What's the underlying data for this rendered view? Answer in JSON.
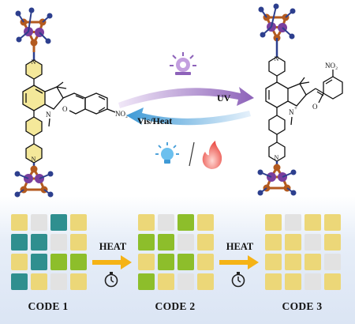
{
  "reaction": {
    "forward_label": "UV",
    "reverse_label": "Vis/Heat",
    "left_molecule": {
      "substituent": "NO₂",
      "ring_n": "N",
      "ring_o": "O"
    },
    "right_molecule": {
      "substituent": "NO₂",
      "ring_n": "N",
      "charge": "+",
      "phenolate_o": "O"
    }
  },
  "codes": [
    {
      "label": "CODE 1",
      "cells": [
        [
          "yellow",
          "grey",
          "teal",
          "yellow"
        ],
        [
          "teal",
          "teal",
          "grey",
          "yellow"
        ],
        [
          "yellow",
          "teal",
          "green",
          "green"
        ],
        [
          "teal",
          "yellow",
          "grey",
          "yellow"
        ]
      ]
    },
    {
      "label": "CODE 2",
      "cells": [
        [
          "yellow",
          "grey",
          "green",
          "yellow"
        ],
        [
          "green",
          "green",
          "grey",
          "yellow"
        ],
        [
          "yellow",
          "green",
          "green",
          "yellow"
        ],
        [
          "green",
          "yellow",
          "grey",
          "yellow"
        ]
      ]
    },
    {
      "label": "CODE 3",
      "cells": [
        [
          "yellow",
          "grey",
          "yellow",
          "yellow"
        ],
        [
          "yellow",
          "yellow",
          "grey",
          "yellow"
        ],
        [
          "yellow",
          "yellow",
          "yellow",
          "grey"
        ],
        [
          "yellow",
          "yellow",
          "grey",
          "yellow"
        ]
      ]
    }
  ],
  "steps": [
    {
      "label": "HEAT",
      "icon": "stopwatch-icon"
    },
    {
      "label": "HEAT",
      "icon": "stopwatch-icon"
    }
  ],
  "colors": {
    "yellow": "#ecd778",
    "grey": "#e2e2e2",
    "teal": "#2f8f8f",
    "green": "#8dbe2b",
    "uv_arrow": "#8d62b9",
    "vis_arrow": "#3f9ad6",
    "heat_arrow": "#f5b316",
    "cage_bond": "#b35a1f",
    "cage_node": "#7a3f9e",
    "cage_end": "#2d3f8e"
  },
  "icons": {
    "uv_icon": "uv-lamp-icon",
    "vis_icon": "light-bulb-icon",
    "heat_icon": "flame-icon"
  }
}
